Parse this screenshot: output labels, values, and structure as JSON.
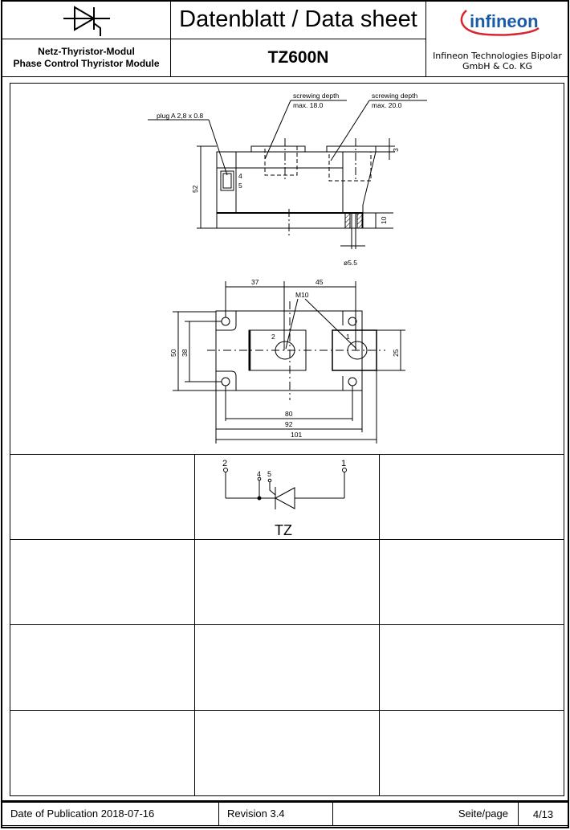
{
  "header": {
    "title": "Datenblatt / Data sheet",
    "product_type_de": "Netz-Thyristor-Modul",
    "product_type_en": "Phase Control Thyristor Module",
    "part_number": "TZ600N",
    "logo_text": "infineon",
    "company_line1": "Infineon Technologies Bipolar",
    "company_line2": "GmbH & Co. KG",
    "brand_color": "#1a5aa6",
    "logo_arc_color": "#d8262e"
  },
  "drawing": {
    "plug_label": "plug A 2,8 x 0.8",
    "screw1_label": "screwing depth",
    "screw1_value": "max. 18.0",
    "screw2_label": "screwing depth",
    "screw2_value": "max. 20.0",
    "pin4": "4",
    "pin5": "5",
    "dim_52": "52",
    "dim_3": "3",
    "dim_10": "10",
    "dim_hole": "ø5.5",
    "dim_37": "37",
    "dim_45": "45",
    "thread": "M10",
    "term2": "2",
    "term1": "1",
    "dim_50": "50",
    "dim_38": "38",
    "dim_25": "25",
    "dim_80": "80",
    "dim_92": "92",
    "dim_101": "101"
  },
  "circuit": {
    "pin2": "2",
    "pin1": "1",
    "pin4": "4",
    "pin5": "5",
    "label": "TZ"
  },
  "footer": {
    "date": "Date of Publication 2018-07-16",
    "revision": "Revision 3.4",
    "page_label": "Seite/page",
    "page": "4/13"
  }
}
